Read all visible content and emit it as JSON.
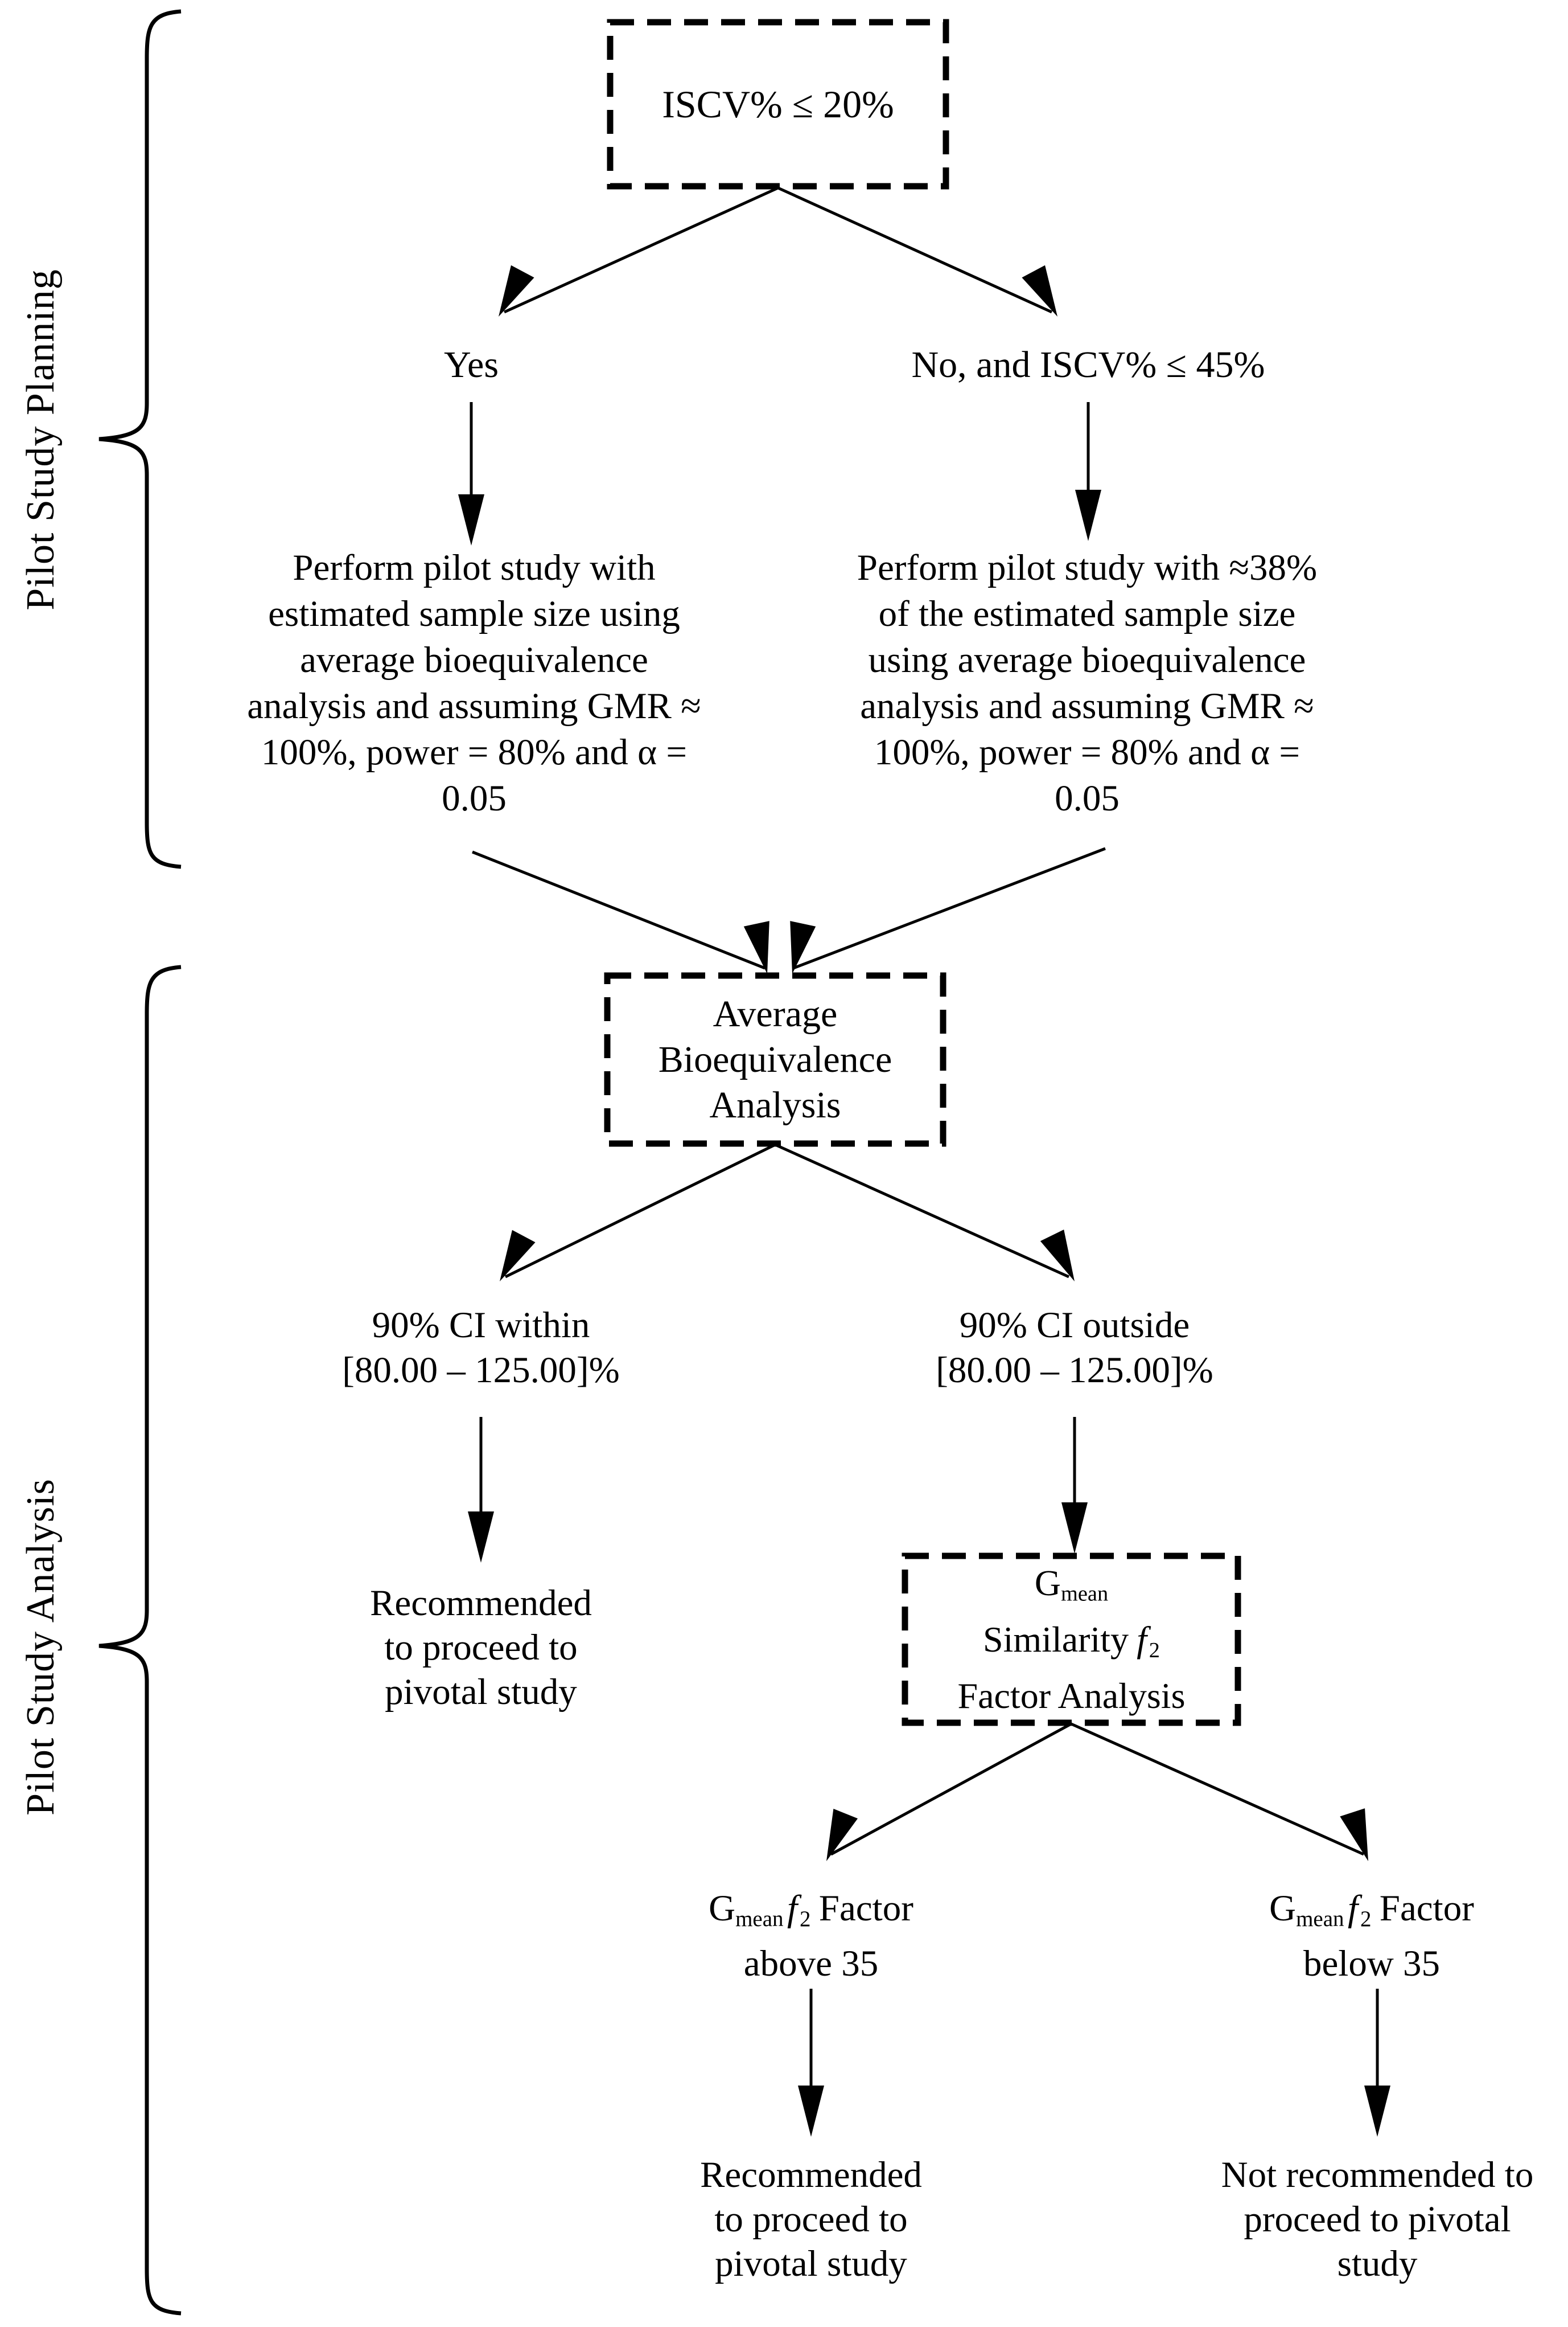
{
  "figure": {
    "background": "#ffffff",
    "ink": "#000000",
    "border_style": "dashed"
  },
  "side_labels": {
    "planning": "Pilot Study Planning",
    "analysis": "Pilot Study Analysis"
  },
  "nodes": {
    "iscv": {
      "text": "ISCV% ≤ 20%"
    },
    "yes": {
      "text": "Yes"
    },
    "no": {
      "text": "No, and ISCV% ≤ 45%"
    },
    "pilot_left": {
      "lines": [
        "Perform pilot study with",
        "estimated sample size using",
        "average bioequivalence",
        "analysis and assuming GMR ≈",
        "100%, power = 80% and α =",
        "0.05"
      ]
    },
    "pilot_right": {
      "lines": [
        "Perform pilot study with ≈38%",
        "of the estimated sample size",
        "using average bioequivalence",
        "analysis and assuming GMR ≈",
        "100%, power = 80% and α =",
        "0.05"
      ]
    },
    "abe": {
      "lines": [
        "Average",
        "Bioequivalence",
        "Analysis"
      ]
    },
    "ci_within": {
      "lines": [
        "90% CI within",
        "[80.00 – 125.00]%"
      ]
    },
    "ci_outside": {
      "lines": [
        "90% CI outside",
        "[80.00 – 125.00]%"
      ]
    },
    "recommended_mid": {
      "lines": [
        "Recommended",
        "to proceed to",
        "pivotal study"
      ]
    },
    "gmean_box": {
      "g": "G",
      "g_sub": "mean",
      "line2_text": "Similarity",
      "f": "f",
      "f_sub": "2",
      "line3": "Factor Analysis"
    },
    "gmean_above": {
      "g": "G",
      "g_sub": "mean",
      "f": "f",
      "f_sub": "2",
      "tail": "Factor",
      "line2": "above 35"
    },
    "gmean_below": {
      "g": "G",
      "g_sub": "mean",
      "f": "f",
      "f_sub": "2",
      "tail": "Factor",
      "line2": "below 35"
    },
    "recommended_bottom": {
      "lines": [
        "Recommended",
        "to proceed to",
        "pivotal study"
      ]
    },
    "not_recommended": {
      "lines": [
        "Not recommended to",
        "proceed to pivotal",
        "study"
      ]
    }
  }
}
